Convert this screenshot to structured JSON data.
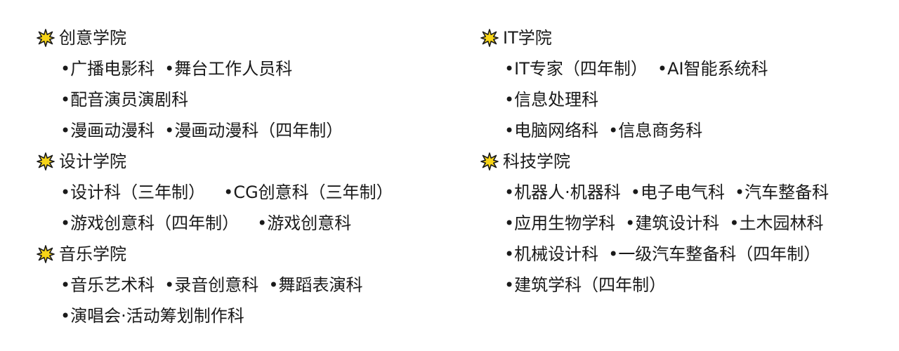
{
  "left_column": {
    "sections": [
      {
        "title": "创意学院",
        "lines": [
          [
            "•广播电影科",
            "•舞台工作人员科"
          ],
          [
            "•配音演员演剧科"
          ],
          [
            "•漫画动漫科",
            "•漫画动漫科（四年制）"
          ]
        ]
      },
      {
        "title": "设计学院",
        "lines": [
          [
            "•设计科（三年制）",
            "•CG创意科（三年制）"
          ],
          [
            "•游戏创意科（四年制）",
            "•游戏创意科"
          ]
        ]
      },
      {
        "title": "音乐学院",
        "lines": [
          [
            "•音乐艺术科",
            "•录音创意科",
            "•舞蹈表演科"
          ],
          [
            "•演唱会·活动筹划制作科"
          ]
        ]
      }
    ]
  },
  "right_column": {
    "sections": [
      {
        "title": "IT学院",
        "lines": [
          [
            "•IT专家（四年制）",
            "•AI智能系统科"
          ],
          [
            "•信息处理科"
          ],
          [
            "•电脑网络科",
            "•信息商务科"
          ]
        ]
      },
      {
        "title": "科技学院",
        "lines": [
          [
            "•机器人·机器科",
            "•电子电气科",
            "•汽车整备科"
          ],
          [
            "•应用生物学科",
            "•建筑设计科",
            "•土木园林科"
          ],
          [
            "•机械设计科",
            "•一级汽车整备科（四年制）"
          ],
          [
            "•建筑学科（四年制）"
          ]
        ]
      }
    ]
  },
  "icons": {
    "section_marker": "star-burst-icon"
  },
  "colors": {
    "star_fill": "#f7d417",
    "star_stroke": "#1a1a1a",
    "text": "#1a1a1a",
    "background": "#ffffff"
  }
}
